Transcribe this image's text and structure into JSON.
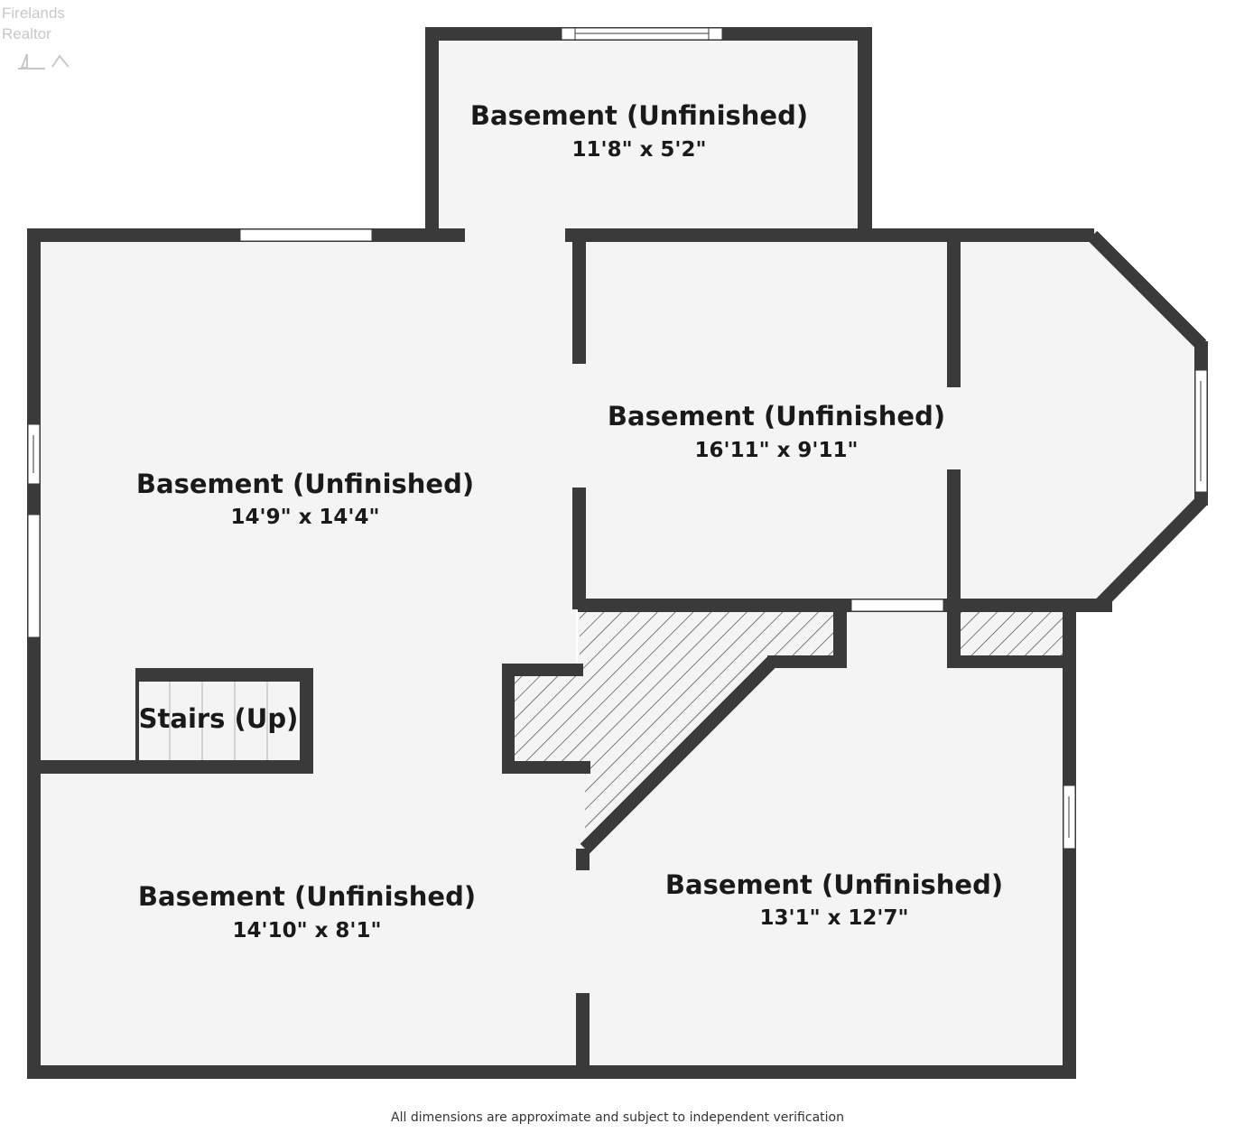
{
  "watermark": {
    "line1": "Firelands",
    "line2": "Realtor"
  },
  "rooms": [
    {
      "name": "Basement (Unfinished)",
      "dimensions": "11'8\" x 5'2\""
    },
    {
      "name": "Basement (Unfinished)",
      "dimensions": "16'11\" x 9'11\""
    },
    {
      "name": "Basement (Unfinished)",
      "dimensions": "14'9\" x 14'4\""
    },
    {
      "name": "Basement (Unfinished)",
      "dimensions": "14'10\" x 8'1\""
    },
    {
      "name": "Basement (Unfinished)",
      "dimensions": "13'1\" x 12'7\""
    }
  ],
  "stairs": {
    "label": "Stairs (Up)"
  },
  "footer": {
    "note": "All dimensions are approximate and subject to independent verification"
  },
  "colors": {
    "wall": "#3a3a3a",
    "floor": "#f4f4f4",
    "window": "#ffffff",
    "hatch": "#3a3a3a"
  }
}
